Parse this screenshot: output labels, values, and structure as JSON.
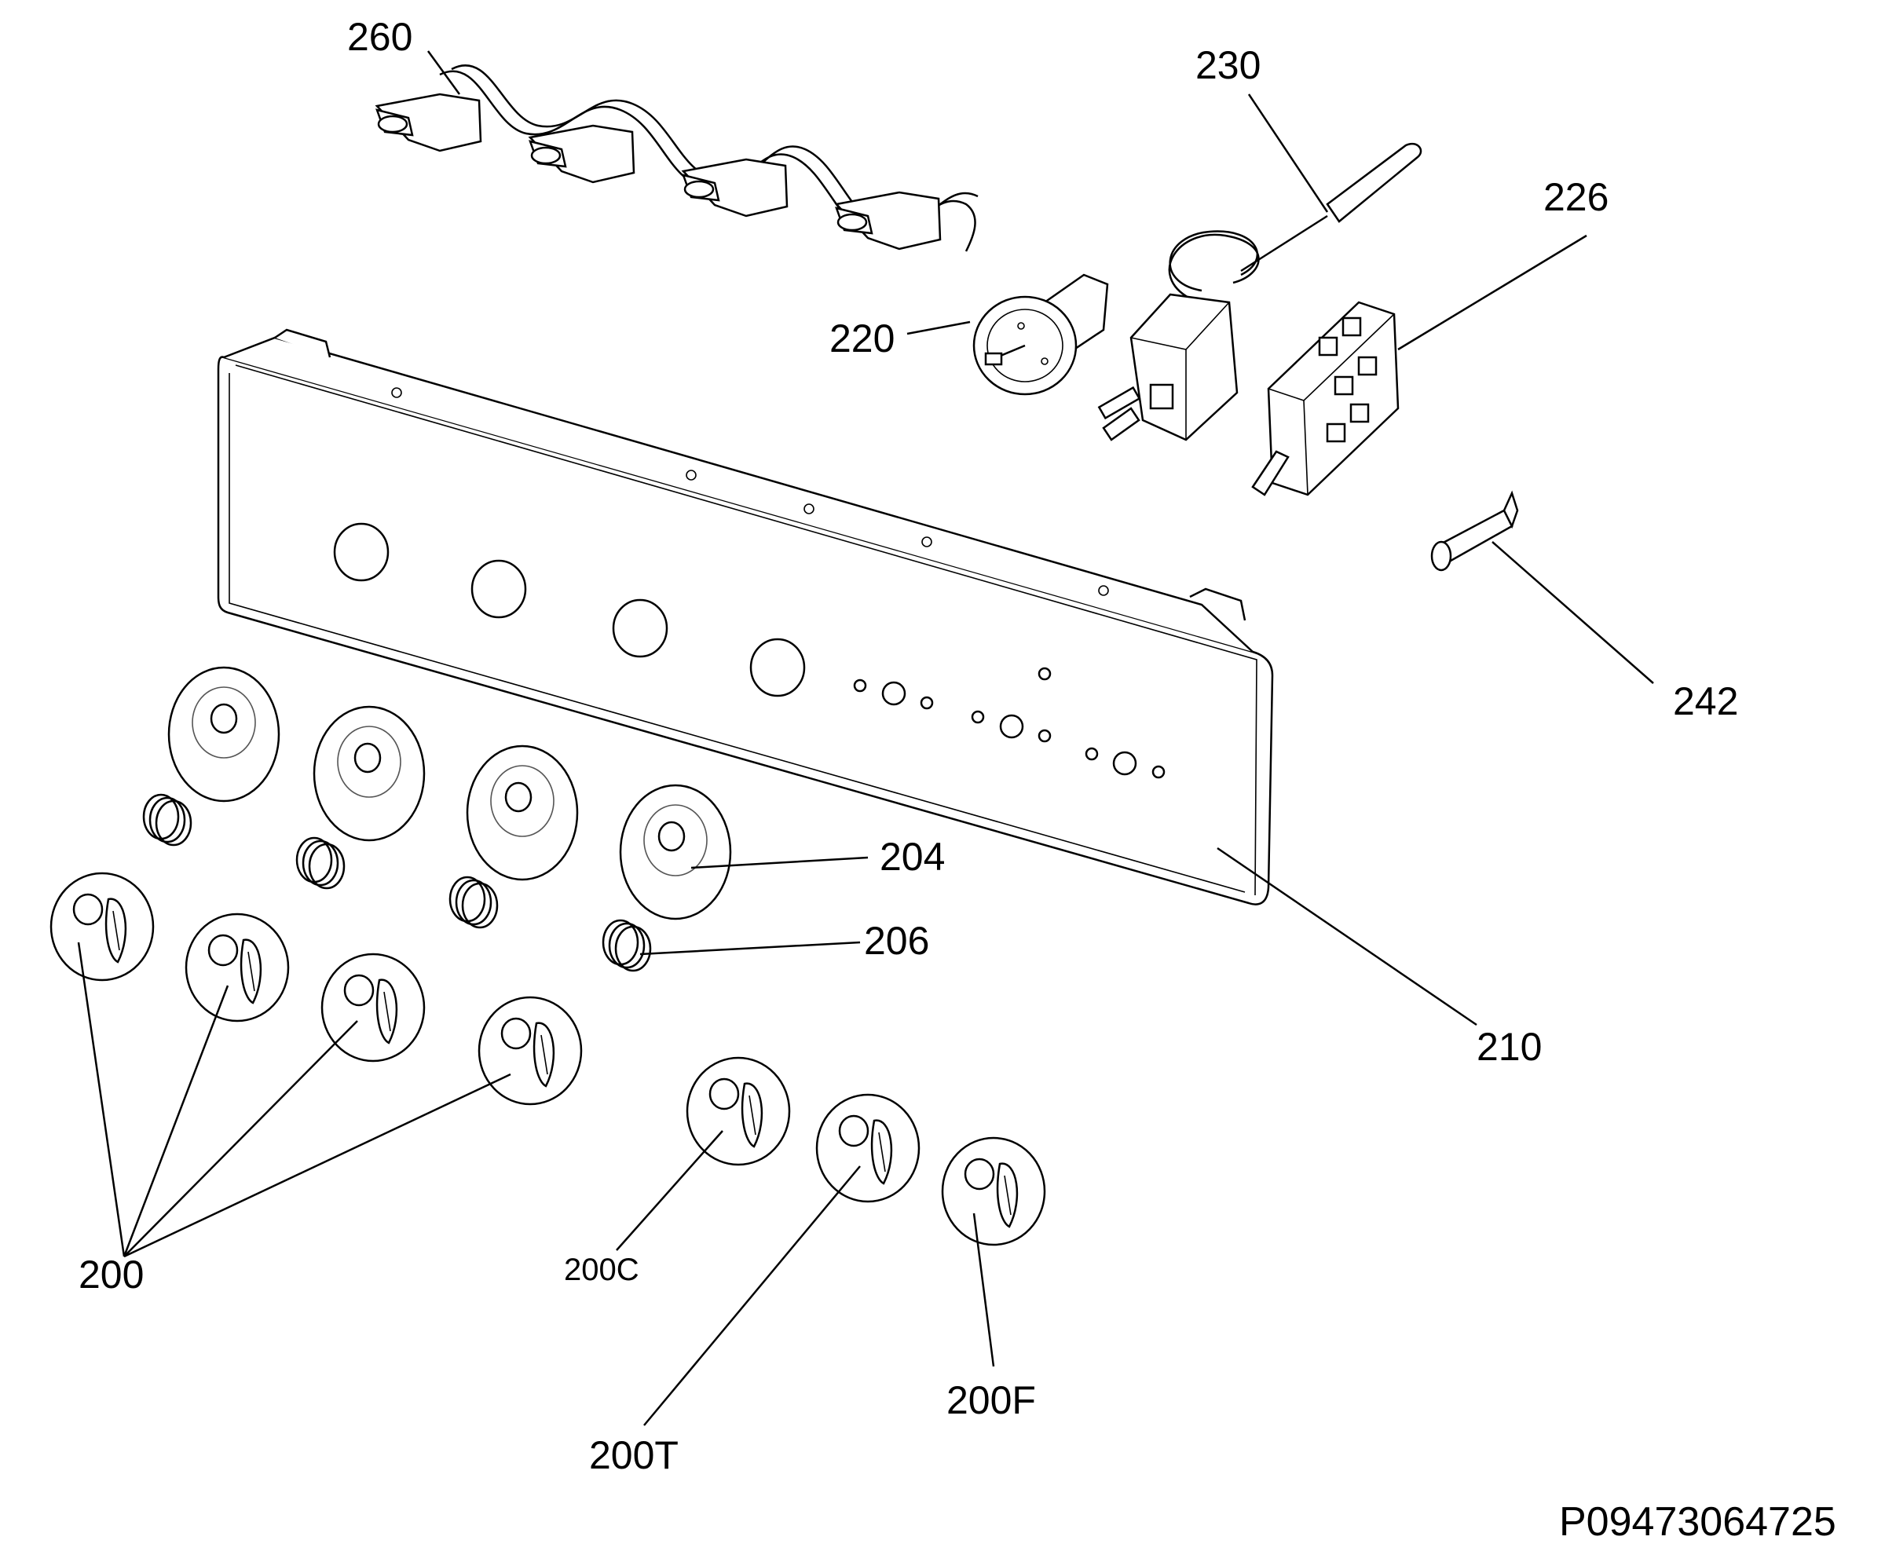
{
  "callouts": {
    "c260": "260",
    "c230": "230",
    "c226": "226",
    "c220": "220",
    "c242": "242",
    "c204": "204",
    "c206": "206",
    "c210": "210",
    "c200": "200",
    "c200C": "200C",
    "c200T": "200T",
    "c200F": "200F"
  },
  "reference_code": "P09473064725"
}
